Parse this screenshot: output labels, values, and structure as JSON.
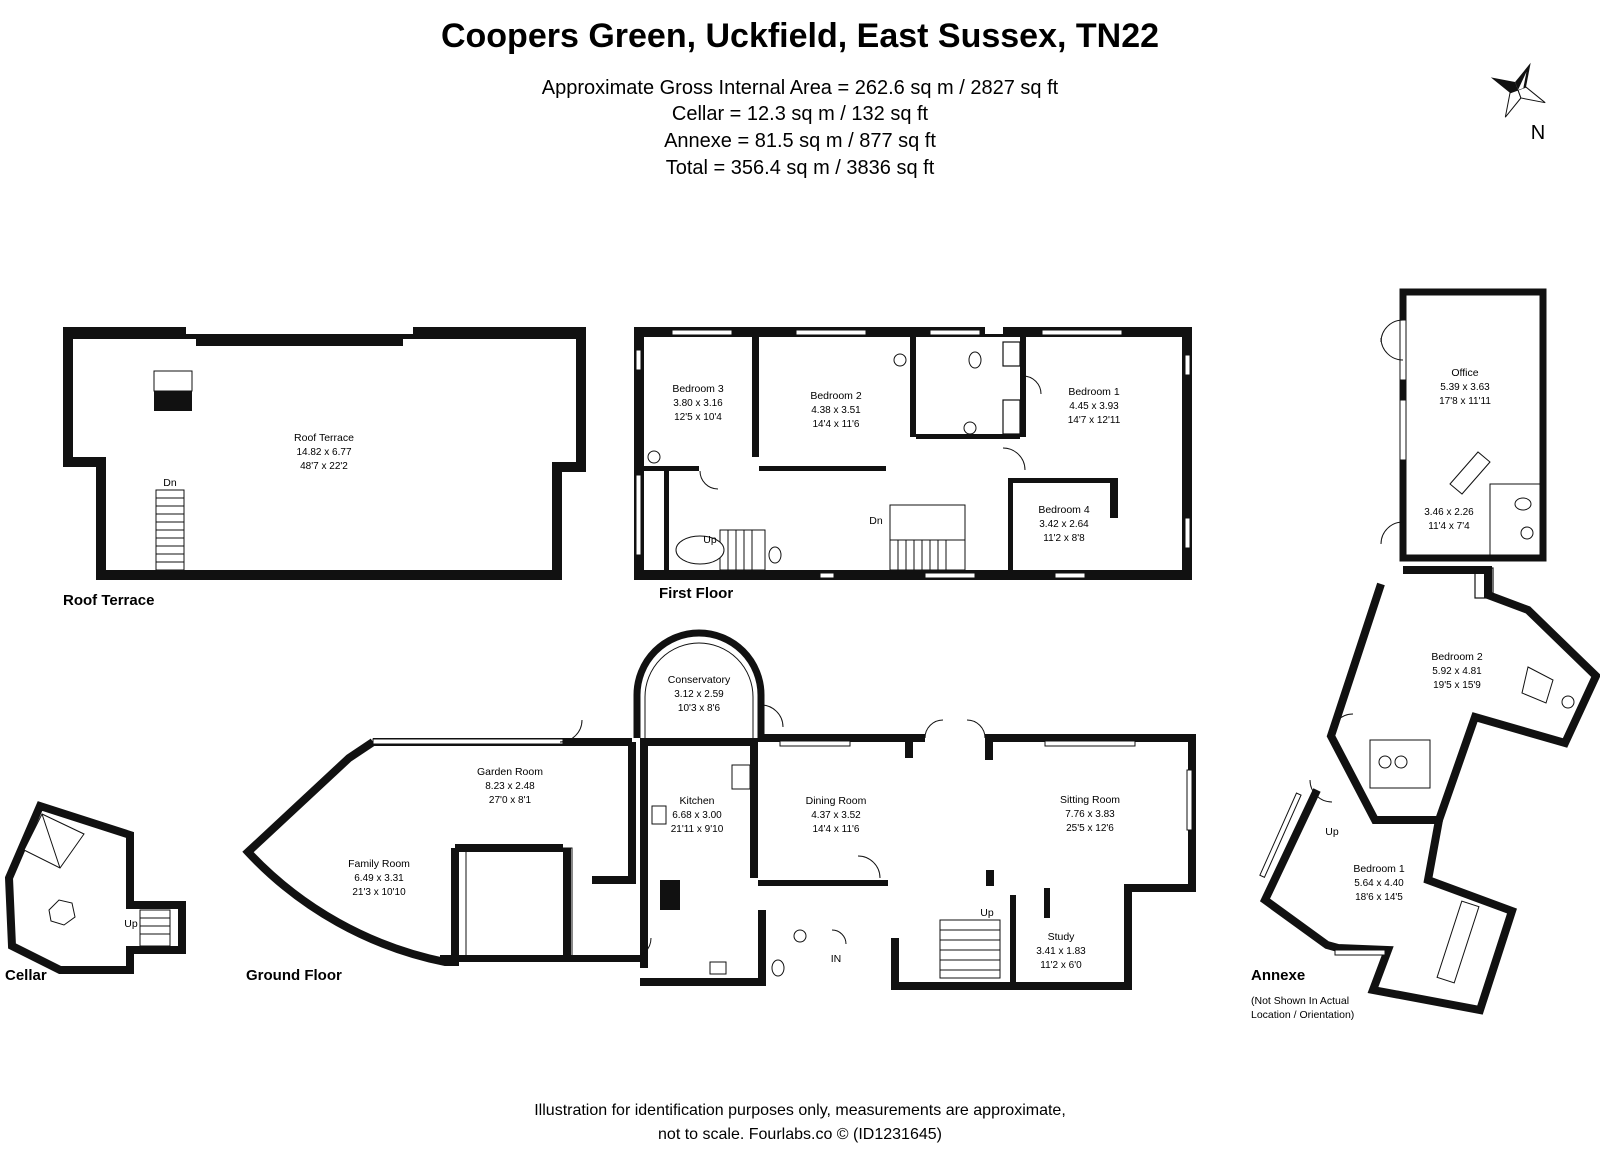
{
  "header": {
    "title": "Coopers Green, Uckfield, East Sussex, TN22",
    "area_lines": [
      "Approximate Gross Internal Area = 262.6 sq m / 2827 sq ft",
      "Cellar = 12.3 sq m / 132 sq ft",
      "Annexe = 81.5 sq m / 877 sq ft",
      "Total = 356.4 sq m / 3836 sq ft"
    ]
  },
  "compass": {
    "label": "N"
  },
  "floors": {
    "roof_terrace": "Roof Terrace",
    "first_floor": "First Floor",
    "ground_floor": "Ground Floor",
    "cellar": "Cellar",
    "annexe": "Annexe"
  },
  "annexe_note": [
    "(Not Shown In Actual",
    "Location / Orientation)"
  ],
  "rooms": {
    "roof_terrace": {
      "name": "Roof Terrace",
      "metric": "14.82 x 6.77",
      "imperial": "48'7 x 22'2"
    },
    "bedroom3": {
      "name": "Bedroom 3",
      "metric": "3.80 x 3.16",
      "imperial": "12'5 x 10'4"
    },
    "ff_bedroom2": {
      "name": "Bedroom 2",
      "metric": "4.38 x 3.51",
      "imperial": "14'4 x 11'6"
    },
    "ff_bedroom1": {
      "name": "Bedroom 1",
      "metric": "4.45 x 3.93",
      "imperial": "14'7 x 12'11"
    },
    "bedroom4": {
      "name": "Bedroom 4",
      "metric": "3.42 x 2.64",
      "imperial": "11'2 x 8'8"
    },
    "conservatory": {
      "name": "Conservatory",
      "metric": "3.12 x 2.59",
      "imperial": "10'3 x 8'6"
    },
    "garden_room": {
      "name": "Garden Room",
      "metric": "8.23 x 2.48",
      "imperial": "27'0 x 8'1"
    },
    "family_room": {
      "name": "Family Room",
      "metric": "6.49 x 3.31",
      "imperial": "21'3 x 10'10"
    },
    "kitchen": {
      "name": "Kitchen",
      "metric": "6.68 x 3.00",
      "imperial": "21'11 x 9'10"
    },
    "dining_room": {
      "name": "Dining Room",
      "metric": "4.37 x 3.52",
      "imperial": "14'4 x 11'6"
    },
    "sitting_room": {
      "name": "Sitting Room",
      "metric": "7.76 x 3.83",
      "imperial": "25'5 x 12'6"
    },
    "study": {
      "name": "Study",
      "metric": "3.41 x 1.83",
      "imperial": "11'2 x 6'0"
    },
    "office": {
      "name": "Office",
      "metric": "5.39 x 3.63",
      "imperial": "17'8 x 11'11"
    },
    "annexe_small": {
      "metric": "3.46 x 2.26",
      "imperial": "11'4 x 7'4"
    },
    "an_bedroom2": {
      "name": "Bedroom 2",
      "metric": "5.92 x 4.81",
      "imperial": "19'5 x 15'9"
    },
    "an_bedroom1": {
      "name": "Bedroom 1",
      "metric": "5.64 x 4.40",
      "imperial": "18'6 x 14'5"
    }
  },
  "stair_labels": {
    "dn": "Dn",
    "up": "Up",
    "in": "IN"
  },
  "footer": [
    "Illustration for identification purposes only, measurements are approximate,",
    "not to scale. Fourlabs.co © (ID1231645)"
  ]
}
